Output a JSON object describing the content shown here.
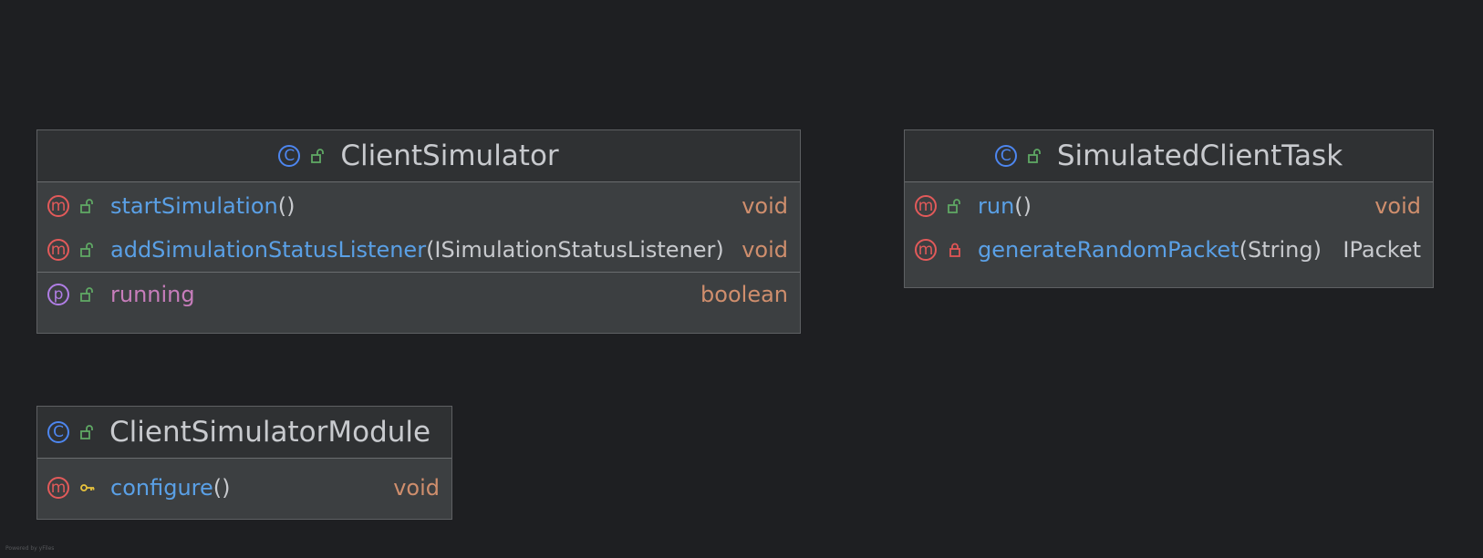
{
  "classes": {
    "client_simulator": {
      "name": "ClientSimulator",
      "methods": [
        {
          "name": "startSimulation",
          "params": "()",
          "type": "void"
        },
        {
          "name": "addSimulationStatusListener",
          "params": "(ISimulationStatusListener)",
          "type": "void"
        }
      ],
      "fields": [
        {
          "name": "running",
          "type": "boolean"
        }
      ]
    },
    "simulated_client_task": {
      "name": "SimulatedClientTask",
      "methods": [
        {
          "name": "run",
          "params": "()",
          "type": "void"
        },
        {
          "name": "generateRandomPacket",
          "params": "(String)",
          "type": "IPacket"
        }
      ]
    },
    "client_simulator_module": {
      "name": "ClientSimulatorModule",
      "methods": [
        {
          "name": "configure",
          "params": "()",
          "type": "void"
        }
      ]
    }
  },
  "badges": {
    "class": "C",
    "method": "m",
    "field": "p"
  },
  "footer": "Powered by yFiles",
  "colors": {
    "background": "#1e1f22",
    "method_name": "#5aa0e6",
    "field_name": "#c77dbb",
    "type": "#cf8e6d",
    "public_icon": "#5fa864",
    "private_icon": "#e05555",
    "protected_icon": "#e8c33d"
  },
  "icons": {
    "class": "class-icon",
    "method": "method-icon",
    "field": "field-icon",
    "public": "unlocked-icon",
    "private": "lock-icon",
    "protected": "key-icon"
  }
}
